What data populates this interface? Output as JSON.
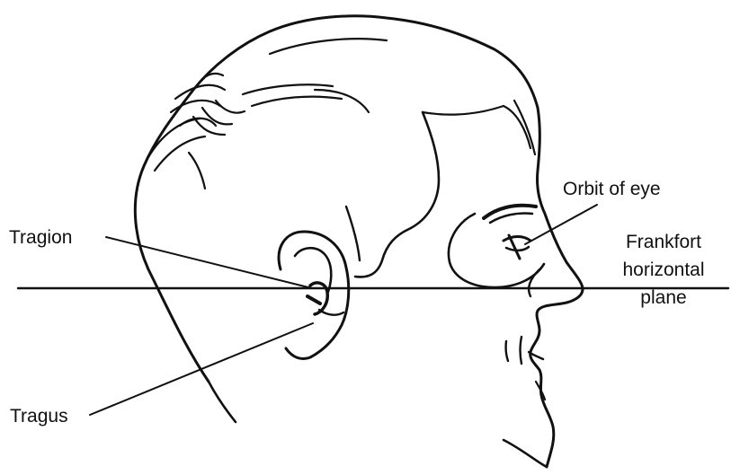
{
  "labels": {
    "tragion": "Tragion",
    "tragus": "Tragus",
    "orbit_of_eye": "Orbit of eye",
    "frankfort": {
      "line1": "Frankfort",
      "line2": "horizontal",
      "line3": "plane"
    }
  },
  "colors": {
    "ink": "#111111",
    "background": "#ffffff"
  }
}
